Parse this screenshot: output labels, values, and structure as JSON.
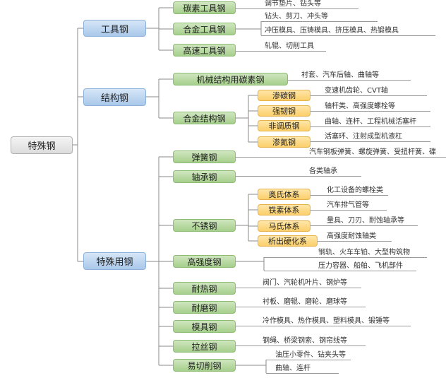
{
  "root": "特殊钢",
  "tool": {
    "label": "工具钢",
    "carbon": {
      "label": "碳素工具钢",
      "uses": [
        "调节垫片、钻头等"
      ]
    },
    "alloy": {
      "label": "合金工具钢",
      "uses": [
        "钻头、剪刀、冲头等",
        "冲压模具、压铸模具、挤压模具、热锻模具"
      ]
    },
    "hss": {
      "label": "高速工具钢",
      "uses": [
        "轧辊、切削工具"
      ]
    }
  },
  "structural": {
    "label": "结构钢",
    "mech": {
      "label": "机械结构用碳素钢",
      "uses": [
        "衬套、汽车后轴、曲轴等"
      ]
    },
    "alloy": {
      "label": "合金结构钢",
      "subs": [
        {
          "label": "渗碳钢",
          "use": "变速机齿轮、CVT轴"
        },
        {
          "label": "强韧钢",
          "use": "轴杆类、高强度螺栓等"
        },
        {
          "label": "非调质钢",
          "use": "曲轴、连杆、工程机械活塞杆"
        },
        {
          "label": "渗氮钢",
          "use": "活塞环、注射成型机液杠"
        }
      ]
    }
  },
  "special": {
    "label": "特殊用钢",
    "spring": {
      "label": "弹簧钢",
      "uses": [
        "汽车钢板弹簧、螺旋弹簧、受扭杆簧、碟"
      ]
    },
    "bearing": {
      "label": "轴承钢",
      "uses": [
        "各类轴承"
      ]
    },
    "stainless": {
      "label": "不锈钢",
      "subs": [
        {
          "label": "奥氏体系",
          "use": "化工设备的螺栓类"
        },
        {
          "label": "铁素体系",
          "use": "汽车排气管等"
        },
        {
          "label": "马氏体系",
          "use": "量具、刀刃、耐蚀轴承等"
        },
        {
          "label": "析出硬化系",
          "use": "高强度耐蚀轴类"
        }
      ]
    },
    "hs": {
      "label": "高强度钢",
      "uses": [
        "钢轨、火车车铂、大型构筑物",
        "压力容器、船舶、飞机部件"
      ]
    },
    "heat": {
      "label": "耐热钢",
      "uses": [
        "阀门、汽轮机叶片、钢炉等"
      ]
    },
    "wear": {
      "label": "耐磨钢",
      "uses": [
        "衬板、磨辊、磨轮、磨球等"
      ]
    },
    "die": {
      "label": "模具钢",
      "uses": [
        "冷作模具、热作模具、塑料模具、锻锤等"
      ]
    },
    "wire": {
      "label": "拉丝钢",
      "uses": [
        "钢绳、桥梁钢索、钢帘线等"
      ]
    },
    "free": {
      "label": "易切削钢",
      "uses": [
        "油压小零件、钻夹头等",
        "曲轴、连杆"
      ]
    }
  }
}
